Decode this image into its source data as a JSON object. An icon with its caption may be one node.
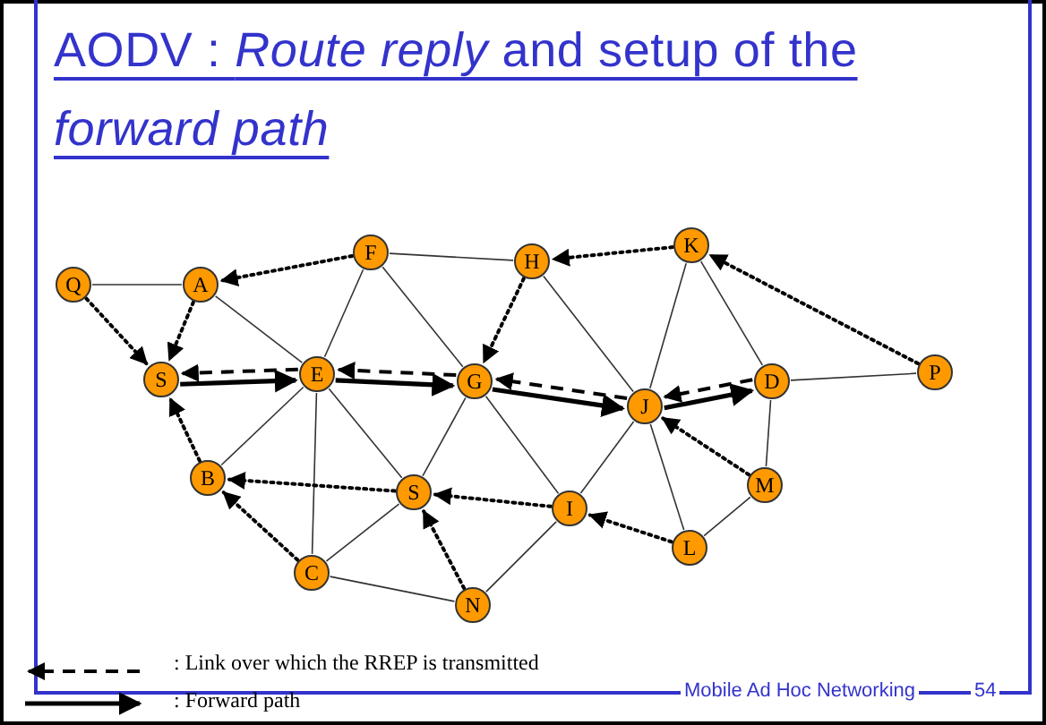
{
  "diagram": {
    "title": "AODV : *Route reply* and setup of the *forward path*",
    "nodes": [
      {
        "text": [
          "Q"
        ]
      },
      {
        "text": [
          "A"
        ]
      },
      {
        "text": [
          "F"
        ]
      },
      {
        "text": [
          "H"
        ]
      },
      {
        "text": [
          "K"
        ]
      },
      {
        "text": [
          "S"
        ]
      },
      {
        "text": [
          "E"
        ]
      },
      {
        "text": [
          "G"
        ]
      },
      {
        "text": [
          "J"
        ]
      },
      {
        "text": [
          "D"
        ]
      },
      {
        "text": [
          "P"
        ]
      },
      {
        "text": [
          "B"
        ]
      },
      {
        "text": [
          "S"
        ]
      },
      {
        "text": [
          "I"
        ]
      },
      {
        "text": [
          "M"
        ]
      },
      {
        "text": [
          "L"
        ]
      },
      {
        "text": [
          "C"
        ]
      },
      {
        "text": [
          "N"
        ]
      }
    ],
    "edges": [
      {
        "from": 0,
        "to": 1,
        "arrow": "none"
      },
      {
        "from": 1,
        "to": 6,
        "arrow": "none"
      },
      {
        "from": 2,
        "to": 6,
        "arrow": "none"
      },
      {
        "from": 2,
        "to": 7,
        "arrow": "none"
      },
      {
        "from": 2,
        "to": 3,
        "arrow": "none"
      },
      {
        "from": 3,
        "to": 8,
        "arrow": "none"
      },
      {
        "from": 4,
        "to": 8,
        "arrow": "none"
      },
      {
        "from": 4,
        "to": 9,
        "arrow": "none"
      },
      {
        "from": 9,
        "to": 10,
        "arrow": "none"
      },
      {
        "from": 9,
        "to": 14,
        "arrow": "none"
      },
      {
        "from": 14,
        "to": 15,
        "arrow": "none"
      },
      {
        "from": 8,
        "to": 13,
        "arrow": "none"
      },
      {
        "from": 8,
        "to": 15,
        "arrow": "none"
      },
      {
        "from": 6,
        "to": 11,
        "arrow": "none"
      },
      {
        "from": 6,
        "to": 16,
        "arrow": "none"
      },
      {
        "from": 6,
        "to": 12,
        "arrow": "none"
      },
      {
        "from": 7,
        "to": 12,
        "arrow": "none"
      },
      {
        "from": 7,
        "to": 13,
        "arrow": "none"
      },
      {
        "from": 12,
        "to": 16,
        "arrow": "none"
      },
      {
        "from": 16,
        "to": 17,
        "arrow": "none"
      },
      {
        "from": 17,
        "to": 13,
        "arrow": "none"
      },
      {
        "from": 2,
        "to": 1,
        "arrow": "to",
        "style": "dashed"
      },
      {
        "from": 0,
        "to": 5,
        "arrow": "to",
        "style": "dashed"
      },
      {
        "from": 1,
        "to": 5,
        "arrow": "to",
        "style": "dashed"
      },
      {
        "from": 3,
        "to": 7,
        "arrow": "to",
        "style": "dashed"
      },
      {
        "from": 4,
        "to": 3,
        "arrow": "to",
        "style": "dashed"
      },
      {
        "from": 10,
        "to": 4,
        "arrow": "to",
        "style": "dashed"
      },
      {
        "from": 11,
        "to": 5,
        "arrow": "to",
        "style": "dashed"
      },
      {
        "from": 12,
        "to": 11,
        "arrow": "to",
        "style": "dashed"
      },
      {
        "from": 16,
        "to": 11,
        "arrow": "to",
        "style": "dashed"
      },
      {
        "from": 13,
        "to": 12,
        "arrow": "to",
        "style": "dashed"
      },
      {
        "from": 15,
        "to": 13,
        "arrow": "to",
        "style": "dashed"
      },
      {
        "from": 14,
        "to": 8,
        "arrow": "to",
        "style": "dashed"
      },
      {
        "from": 6,
        "to": 5,
        "arrow": "to",
        "style": "dashed"
      },
      {
        "from": 7,
        "to": 6,
        "arrow": "to",
        "style": "dashed"
      },
      {
        "from": 8,
        "to": 7,
        "arrow": "to",
        "style": "dashed"
      },
      {
        "from": 9,
        "to": 8,
        "arrow": "to",
        "style": "dashed"
      },
      {
        "from": 17,
        "to": 12,
        "arrow": "to",
        "style": "dashed"
      },
      {
        "from": 5,
        "to": 6,
        "arrow": "to",
        "style": "thick"
      },
      {
        "from": 6,
        "to": 7,
        "arrow": "to",
        "style": "thick"
      },
      {
        "from": 7,
        "to": 8,
        "arrow": "to",
        "style": "thick"
      },
      {
        "from": 8,
        "to": 9,
        "arrow": "to",
        "style": "thick"
      }
    ],
    "labels": [
      "Mobile Ad Hoc Networking",
      "54"
    ],
    "legend": [
      {
        "text": ": Link over which the RREP is transmitted"
      },
      {
        "text": ": Forward path"
      }
    ]
  }
}
